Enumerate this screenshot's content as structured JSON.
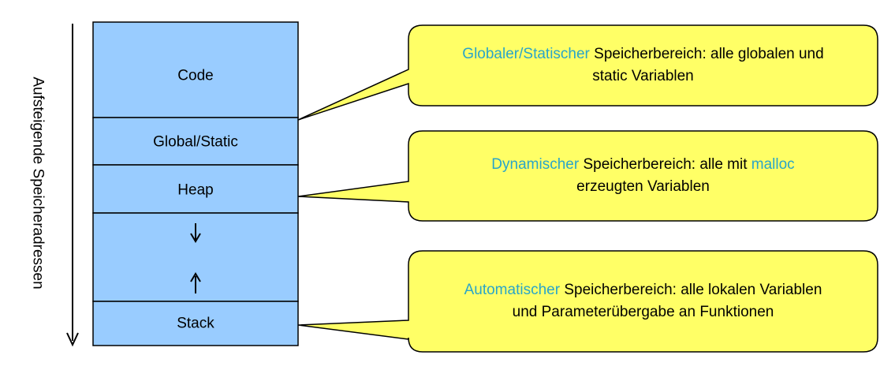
{
  "colors": {
    "segment_fill": "#99ccff",
    "callout_fill": "#ffff66",
    "highlight": "#2aa5c8",
    "stroke": "#000000"
  },
  "side_label": "Aufsteigende Speicheradressen",
  "segments": {
    "code": "Code",
    "global_static": "Global/Static",
    "heap": "Heap",
    "stack": "Stack"
  },
  "callouts": {
    "global": {
      "highlight": "Globaler/Statischer",
      "text_line1": " Speicherbereich: alle globalen und",
      "text_line2": "static Variablen"
    },
    "dynamic": {
      "highlight": "Dynamischer",
      "text_mid": " Speicherbereich: alle mit ",
      "highlight2": "malloc",
      "text_line2": "erzeugten Variablen"
    },
    "automatic": {
      "highlight": "Automatischer",
      "text_line1": " Speicherbereich: alle lokalen Variablen",
      "text_line2": "und Parameterübergabe an Funktionen"
    }
  }
}
